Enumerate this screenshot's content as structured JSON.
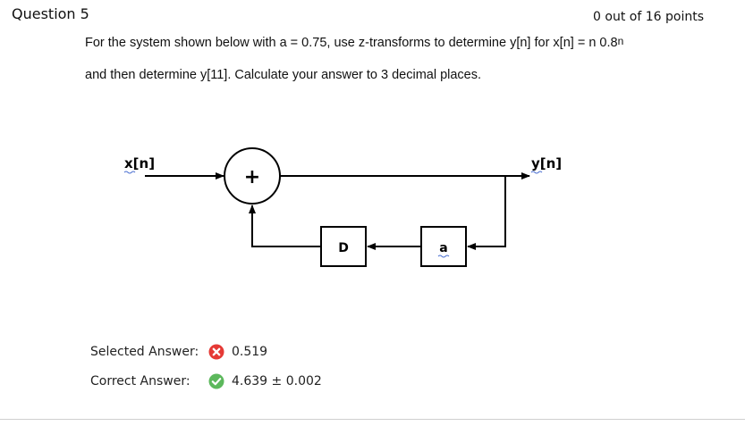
{
  "question": {
    "title": "Question 5",
    "points": "0 out of 16 points",
    "text_line1_main": "For the system shown below with a = 0.75, use z-transforms to determine y[n] for x[n] = n 0.8",
    "text_line1_sup": "n",
    "text_line2": "and then determine y[11]. Calculate your answer to 3 decimal places."
  },
  "diagram": {
    "input_label": "x[n]",
    "output_label": "y[n]",
    "adder_symbol": "+",
    "delay_label": "D",
    "gain_label": "a"
  },
  "answers": {
    "selected_label": "Selected Answer:",
    "selected_value": "0.519",
    "selected_status_icon": "incorrect-x-icon",
    "correct_label": "Correct Answer:",
    "correct_value": "4.639 ± 0.002",
    "correct_status_icon": "correct-check-icon",
    "incorrect_color": "#e53935",
    "correct_color": "#5cb85c"
  }
}
